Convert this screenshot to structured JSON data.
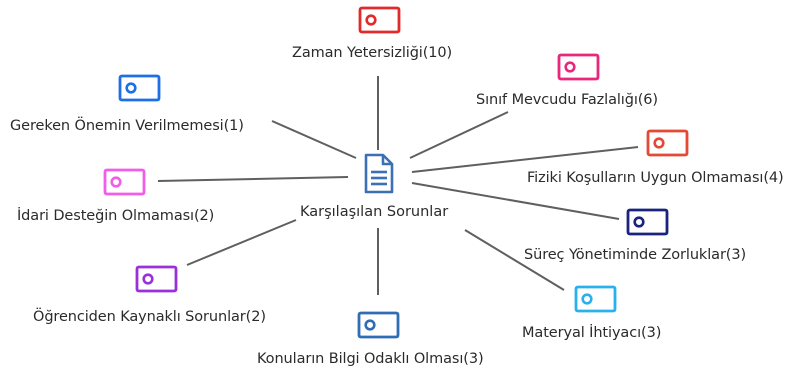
{
  "center": {
    "label": "Karşılaşılan Sorunlar",
    "icon": "document-icon",
    "color": "#3b6fb6"
  },
  "nodes": [
    {
      "id": "zaman",
      "label": "Zaman Yetersizliği(10)",
      "icon": "tag-icon",
      "color": "#e32a2a"
    },
    {
      "id": "sinif",
      "label": "Sınıf Mevcudu Fazlalığı(6)",
      "icon": "tag-icon",
      "color": "#e8287a"
    },
    {
      "id": "fiziki",
      "label": "Fiziki Koşulların Uygun Olmaması(4)",
      "icon": "tag-icon",
      "color": "#e24a35"
    },
    {
      "id": "surec",
      "label": "Süreç Yönetiminde Zorluklar(3)",
      "icon": "tag-icon",
      "color": "#1a237e"
    },
    {
      "id": "materyal",
      "label": "Materyal İhtiyacı(3)",
      "icon": "tag-icon",
      "color": "#2bb0ee"
    },
    {
      "id": "konular",
      "label": "Konuların Bilgi Odaklı Olması(3)",
      "icon": "tag-icon",
      "color": "#2f6db5"
    },
    {
      "id": "ogrenci",
      "label": "Öğrenciden Kaynaklı Sorunlar(2)",
      "icon": "tag-icon",
      "color": "#9b30d9"
    },
    {
      "id": "idari",
      "label": "İdari Desteğin Olmaması(2)",
      "icon": "tag-icon",
      "color": "#f25ce8"
    },
    {
      "id": "gereken",
      "label": "Gereken Önemin Verilmemesi(1)",
      "icon": "tag-icon",
      "color": "#1c6fe6"
    }
  ],
  "edge_color": "#5f5f5f"
}
